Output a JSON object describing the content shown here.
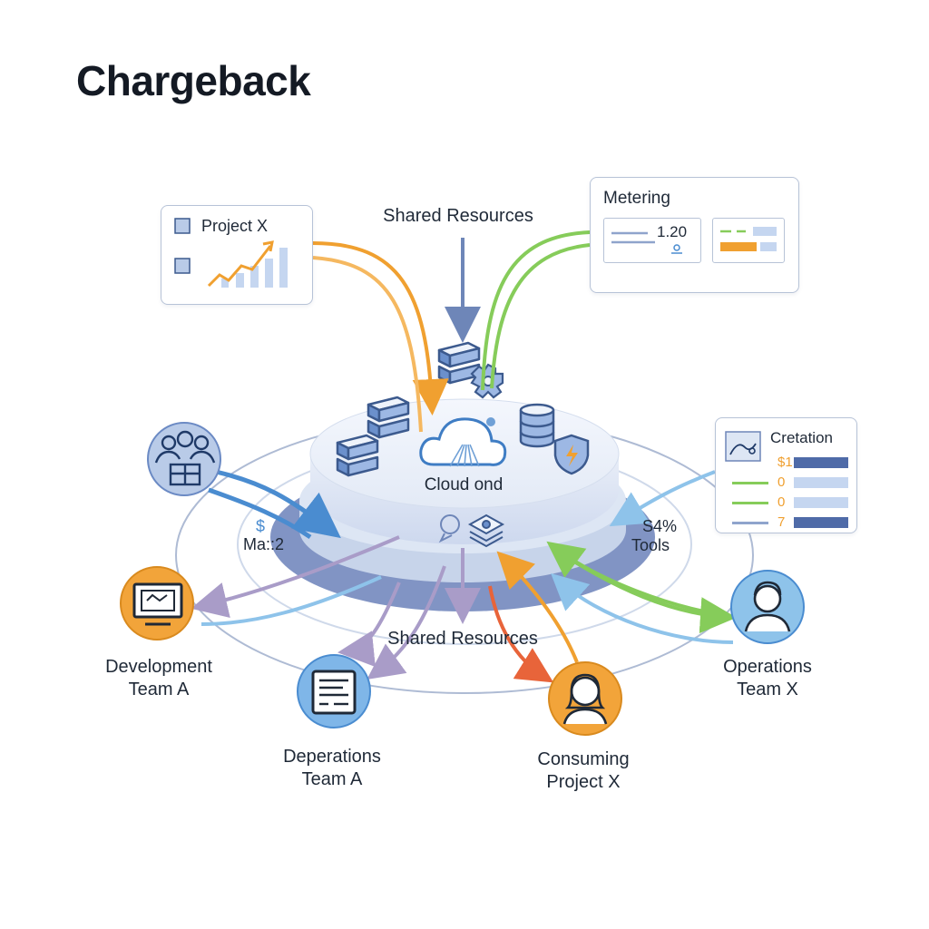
{
  "title": "Chargeback",
  "center": {
    "label": "Cloud ond",
    "shared_resources_top": "Shared Resources",
    "shared_resources_bottom": "Shared Resources"
  },
  "project_card": {
    "label": "Project X"
  },
  "metering_card": {
    "label": "Metering",
    "value": "1.20"
  },
  "creation_card": {
    "label": "Cretation",
    "rows": [
      {
        "value": "$1",
        "color": "#f0a030"
      },
      {
        "value": "0",
        "color": "#f0a030"
      },
      {
        "value": "0",
        "color": "#f0a030"
      },
      {
        "value": "7",
        "color": "#f0a030"
      }
    ]
  },
  "left_stat": {
    "symbol": "$",
    "text": "Ma::2"
  },
  "right_stat": {
    "text": "S4%",
    "text2": "Tools"
  },
  "teams": {
    "development_a": [
      "Development",
      "Team A"
    ],
    "deperations_a": [
      "Deperations",
      "Team A"
    ],
    "consuming_x": [
      "Consuming",
      "Project X"
    ],
    "operations_x": [
      "Operations",
      "Team X"
    ]
  },
  "colors": {
    "orange": "#f0a030",
    "green": "#86cc5a",
    "blue": "#4a8cd0",
    "lavender": "#a99cc8",
    "light_blue": "#8ec3ea",
    "red": "#e8643a",
    "slate": "#6e86b8"
  }
}
